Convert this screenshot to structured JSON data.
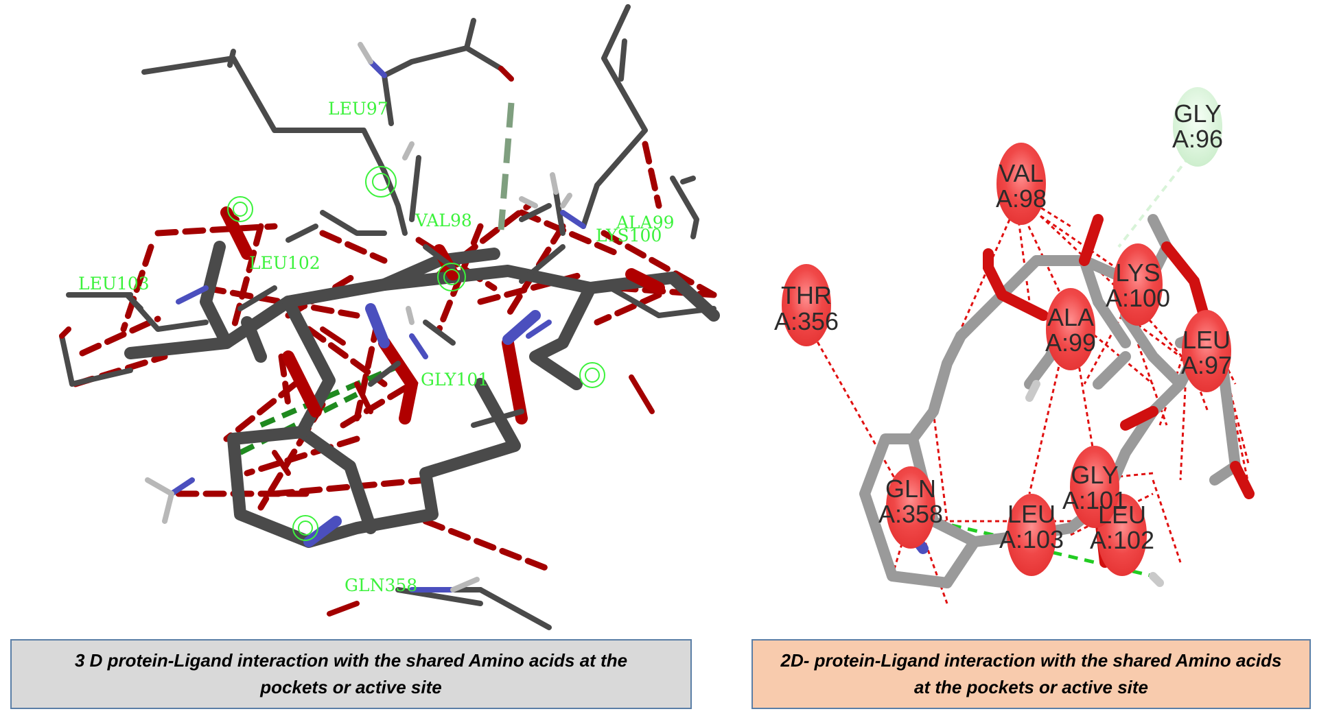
{
  "figure_3d": {
    "residue_labels": {
      "leu97": "LEU97",
      "val98": "VAL98",
      "ala99": "ALA99",
      "lys100": "LYS100",
      "gly101": "GLY101",
      "leu102": "LEU102",
      "leu103": "LEU103",
      "gln358": "GLN358"
    },
    "caption": "3 D protein-Ligand interaction with the shared Amino acids at the pockets or active site",
    "colors": {
      "carbon": "#4a4a4a",
      "oxygen": "#b00000",
      "nitrogen": "#4b4fbe",
      "hydrogen": "#b8b8b8",
      "label": "#3cf23c",
      "hbond": "#1f8a1f",
      "contact": "#a30000",
      "caption_bg": "#d9d9d9"
    }
  },
  "figure_2d": {
    "residues": [
      {
        "id": "gly96",
        "name": "GLY",
        "chain": "A:96"
      },
      {
        "id": "val98",
        "name": "VAL",
        "chain": "A:98"
      },
      {
        "id": "thr356",
        "name": "THR",
        "chain": "A:356"
      },
      {
        "id": "lys100",
        "name": "LYS",
        "chain": "A:100"
      },
      {
        "id": "ala99",
        "name": "ALA",
        "chain": "A:99"
      },
      {
        "id": "leu97",
        "name": "LEU",
        "chain": "A:97"
      },
      {
        "id": "gln358",
        "name": "GLN",
        "chain": "A:358"
      },
      {
        "id": "gly101",
        "name": "GLY",
        "chain": "A:101"
      },
      {
        "id": "leu103",
        "name": "LEU",
        "chain": "A:103"
      },
      {
        "id": "leu102",
        "name": "LEU",
        "chain": "A:102"
      }
    ],
    "caption": "2D- protein-Ligand interaction with the shared Amino acids at the pockets or active site",
    "colors": {
      "residue_fill": "#f04848",
      "residue_weak_fill": "#dff5df",
      "bond": "#9a9a9a",
      "oxygen": "#d01010",
      "nitrogen": "#4b4fbe",
      "contact": "#e01010",
      "hbond": "#22cc22",
      "caption_bg": "#f8cbad"
    }
  }
}
